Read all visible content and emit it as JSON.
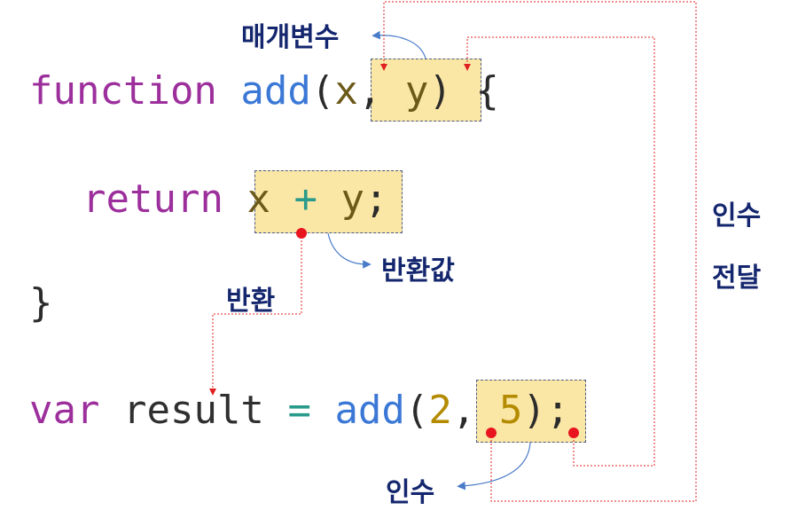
{
  "code": {
    "line1": {
      "keyword": "function",
      "name": "add",
      "open": "(",
      "param1": "x",
      "comma": ",",
      "param2": "y",
      "close": ")",
      "brace": "{"
    },
    "line2": {
      "keyword": "return",
      "a": "x",
      "op": "+",
      "b": "y",
      "semi": ";"
    },
    "line3": {
      "brace": "}"
    },
    "line4": {
      "keyword": "var",
      "name": "result",
      "eq": "=",
      "fn": "add",
      "open": "(",
      "arg1": "2",
      "comma": ",",
      "arg2": "5",
      "close": ")",
      "semi": ";"
    }
  },
  "labels": {
    "parameter": "매개변수",
    "return_value": "반환값",
    "return": "반환",
    "argument": "인수",
    "pass_line1": "인수",
    "pass_line2": "전달"
  },
  "colors": {
    "keyword": "#9c2f9c",
    "function_name": "#3b78d6",
    "highlight": "#fbe7a5",
    "label": "#14266e",
    "dotted_arrow": "#e02020",
    "blue_arrow": "#4a7bc8"
  }
}
